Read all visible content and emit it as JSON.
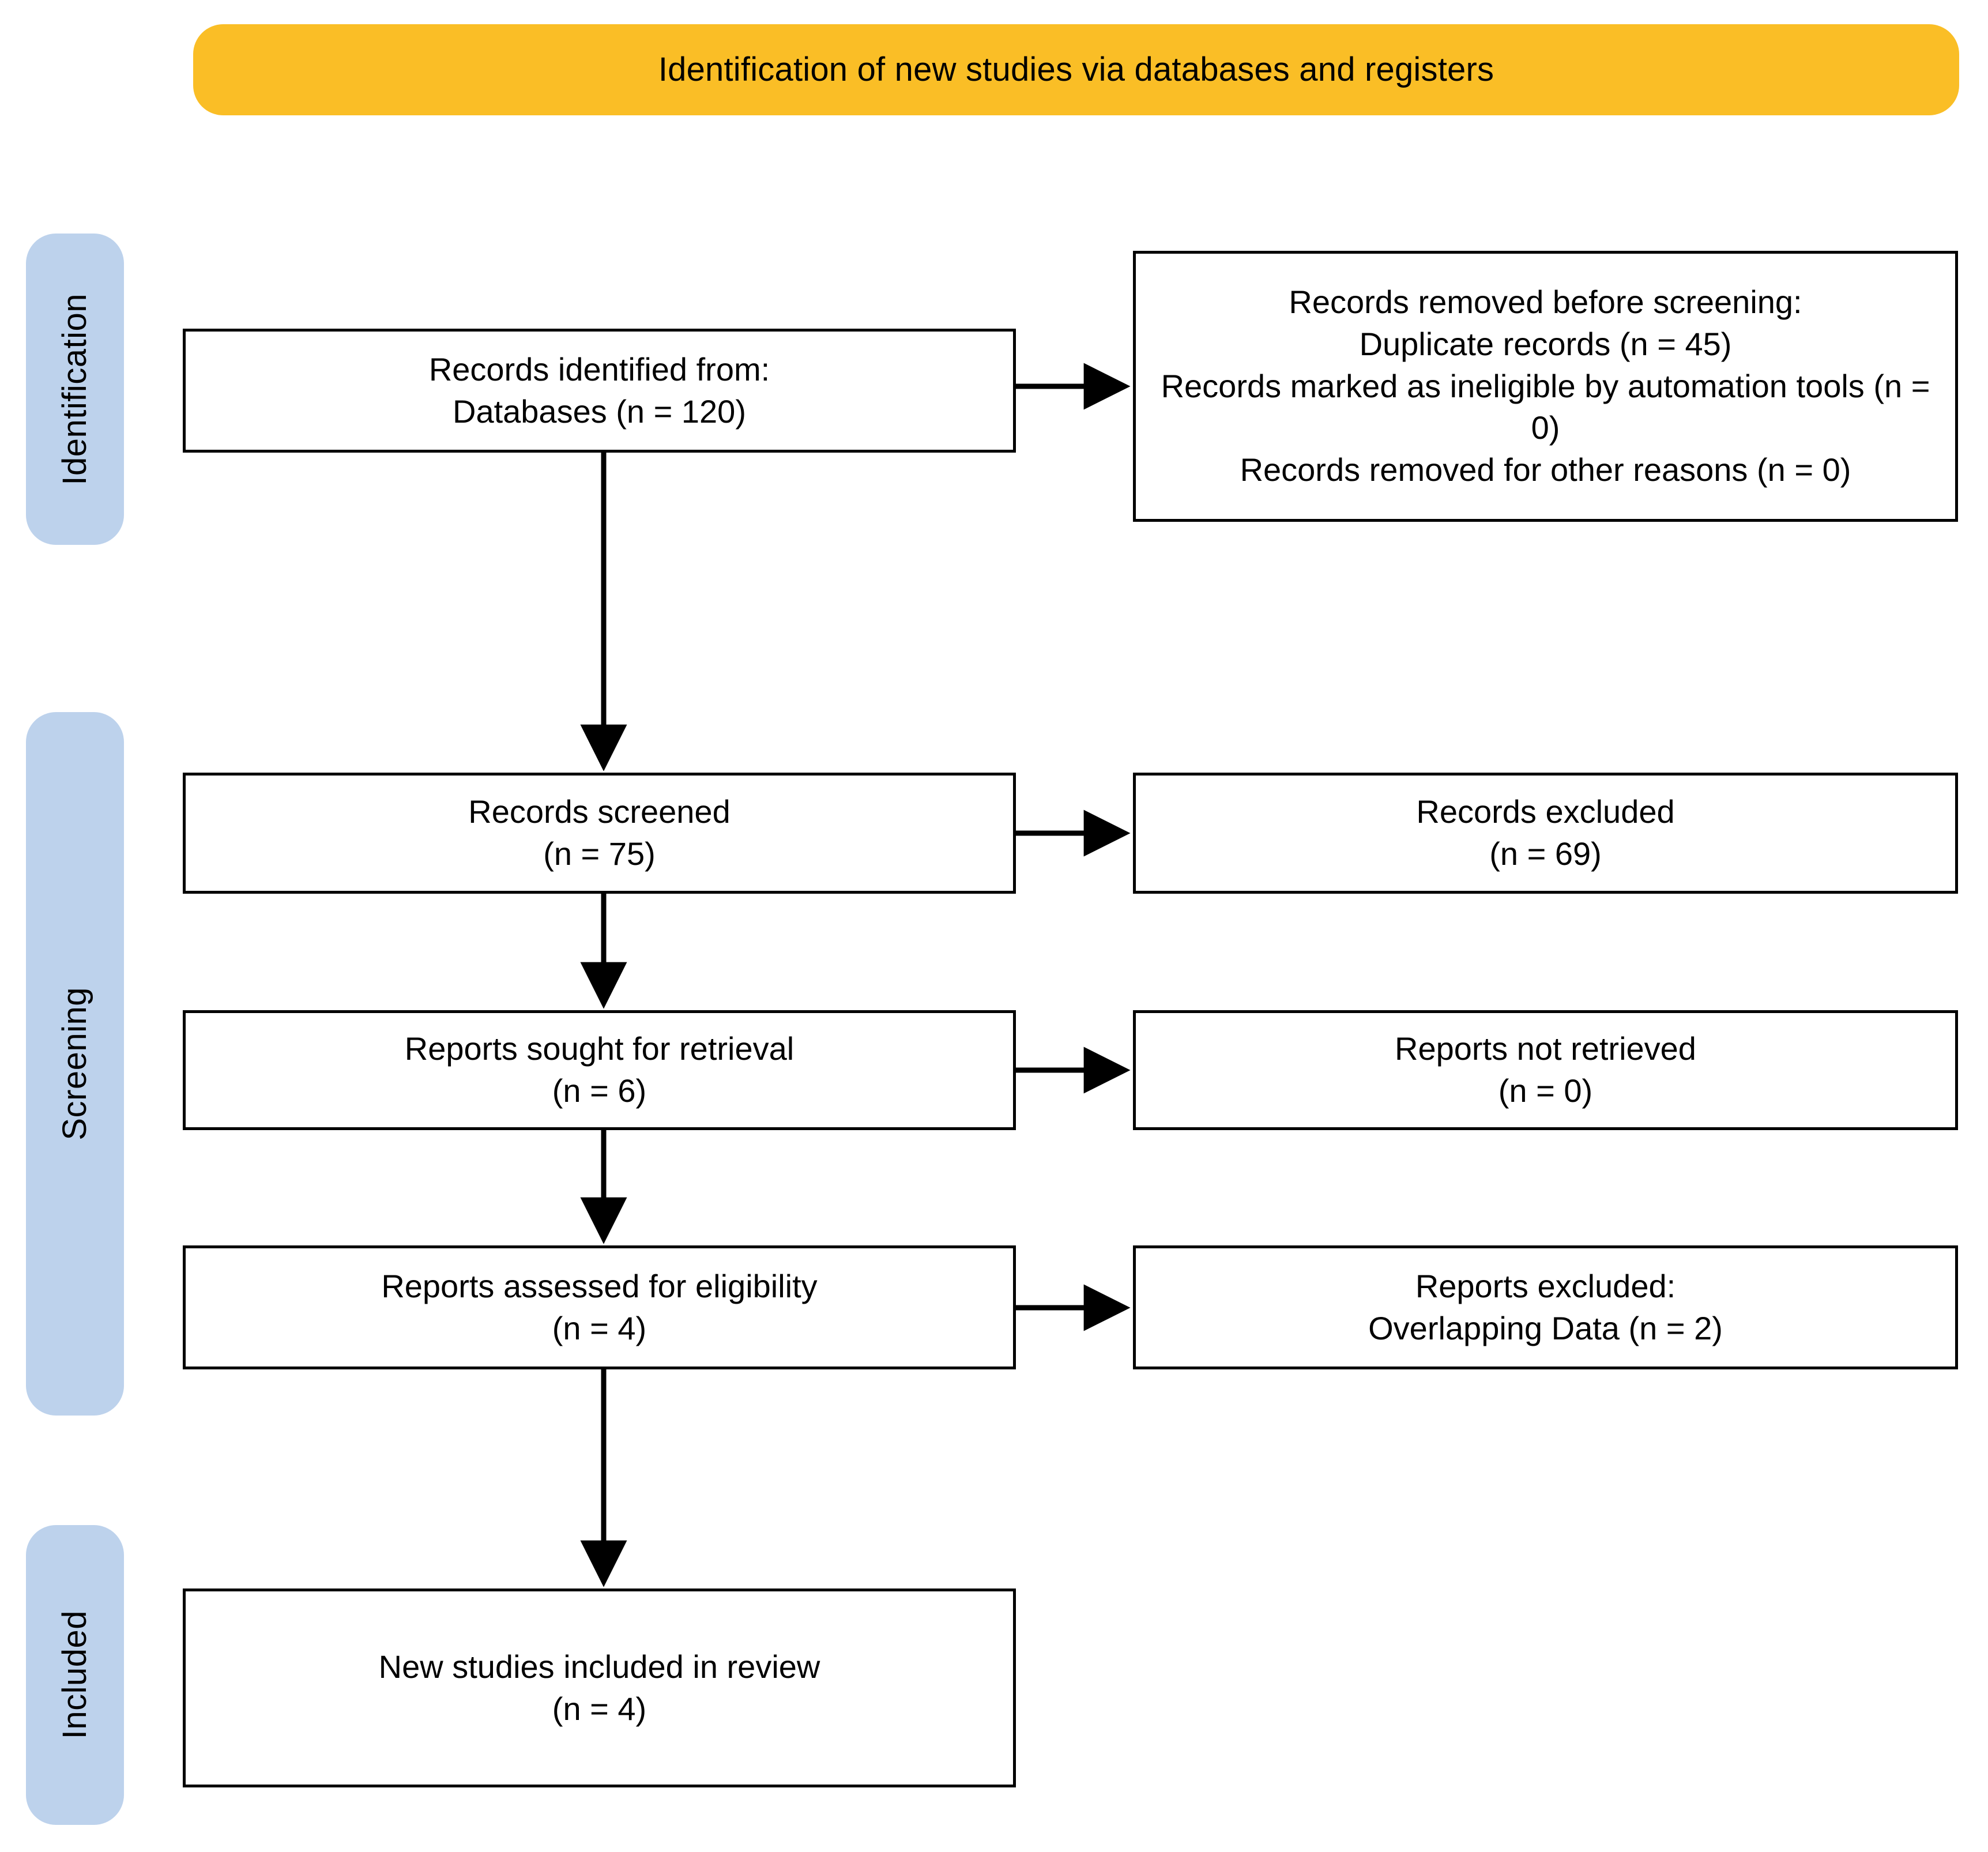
{
  "header": {
    "title": "Identification of new studies via databases and registers",
    "color": "#FABE26"
  },
  "stages": {
    "color": "#BDD2EC",
    "items": [
      {
        "id": "identification",
        "label": "Identification"
      },
      {
        "id": "screening",
        "label": "Screening"
      },
      {
        "id": "included",
        "label": "Included"
      }
    ]
  },
  "boxes": {
    "identified": {
      "line1": "Records identified from:",
      "line2": "Databases (n = 120)",
      "text": "Records identified from:\nDatabases (n = 120)"
    },
    "removed": {
      "line1": "Records removed before screening:",
      "line2": "Duplicate records (n = 45)",
      "line3": "Records marked as ineligible by automation tools (n = 0)",
      "line4": "Records removed for other reasons (n = 0)",
      "text": "Records removed before screening:\nDuplicate records (n = 45)\nRecords marked as ineligible by automation tools (n = 0)\nRecords removed for other reasons (n = 0)"
    },
    "screened": {
      "line1": "Records screened",
      "line2": "(n = 75)",
      "text": "Records screened\n(n = 75)"
    },
    "excluded": {
      "line1": "Records excluded",
      "line2": "(n = 69)",
      "text": "Records excluded\n(n = 69)"
    },
    "sought": {
      "line1": "Reports sought for retrieval",
      "line2": "(n = 6)",
      "text": "Reports sought for retrieval\n(n = 6)"
    },
    "not_retrieved": {
      "line1": "Reports not retrieved",
      "line2": "(n = 0)",
      "text": "Reports not retrieved\n(n = 0)"
    },
    "assessed": {
      "line1": "Reports assessed for eligibility",
      "line2": "(n = 4)",
      "text": "Reports assessed for eligibility\n(n = 4)"
    },
    "reports_excluded": {
      "line1": "Reports excluded:",
      "line2": "Overlapping Data (n =  2)",
      "text": "Reports excluded:\nOverlapping Data (n =  2)"
    },
    "included": {
      "line1": "New studies included in review",
      "line2": "(n = 4)",
      "text": "New studies included in review\n(n = 4)"
    }
  },
  "chart_data": {
    "type": "diagram",
    "title": "Identification of new studies via databases and registers",
    "nodes": [
      {
        "id": "identified",
        "stage": "Identification",
        "column": "left",
        "label": "Records identified from: Databases (n = 120)",
        "n": 120
      },
      {
        "id": "removed",
        "stage": "Identification",
        "column": "right",
        "label": "Records removed before screening",
        "duplicate_records": 45,
        "ineligible_by_automation_tools": 0,
        "removed_other_reasons": 0
      },
      {
        "id": "screened",
        "stage": "Screening",
        "column": "left",
        "label": "Records screened",
        "n": 75
      },
      {
        "id": "excluded",
        "stage": "Screening",
        "column": "right",
        "label": "Records excluded",
        "n": 69
      },
      {
        "id": "sought",
        "stage": "Screening",
        "column": "left",
        "label": "Reports sought for retrieval",
        "n": 6
      },
      {
        "id": "not_retrieved",
        "stage": "Screening",
        "column": "right",
        "label": "Reports not retrieved",
        "n": 0
      },
      {
        "id": "assessed",
        "stage": "Screening",
        "column": "left",
        "label": "Reports assessed for eligibility",
        "n": 4
      },
      {
        "id": "reports_excluded",
        "stage": "Screening",
        "column": "right",
        "label": "Reports excluded: Overlapping Data",
        "n": 2
      },
      {
        "id": "included",
        "stage": "Included",
        "column": "left",
        "label": "New studies included in review",
        "n": 4
      }
    ],
    "edges": [
      {
        "from": "identified",
        "to": "removed",
        "direction": "right"
      },
      {
        "from": "identified",
        "to": "screened",
        "direction": "down"
      },
      {
        "from": "screened",
        "to": "excluded",
        "direction": "right"
      },
      {
        "from": "screened",
        "to": "sought",
        "direction": "down"
      },
      {
        "from": "sought",
        "to": "not_retrieved",
        "direction": "right"
      },
      {
        "from": "sought",
        "to": "assessed",
        "direction": "down"
      },
      {
        "from": "assessed",
        "to": "reports_excluded",
        "direction": "right"
      },
      {
        "from": "assessed",
        "to": "included",
        "direction": "down"
      }
    ]
  }
}
